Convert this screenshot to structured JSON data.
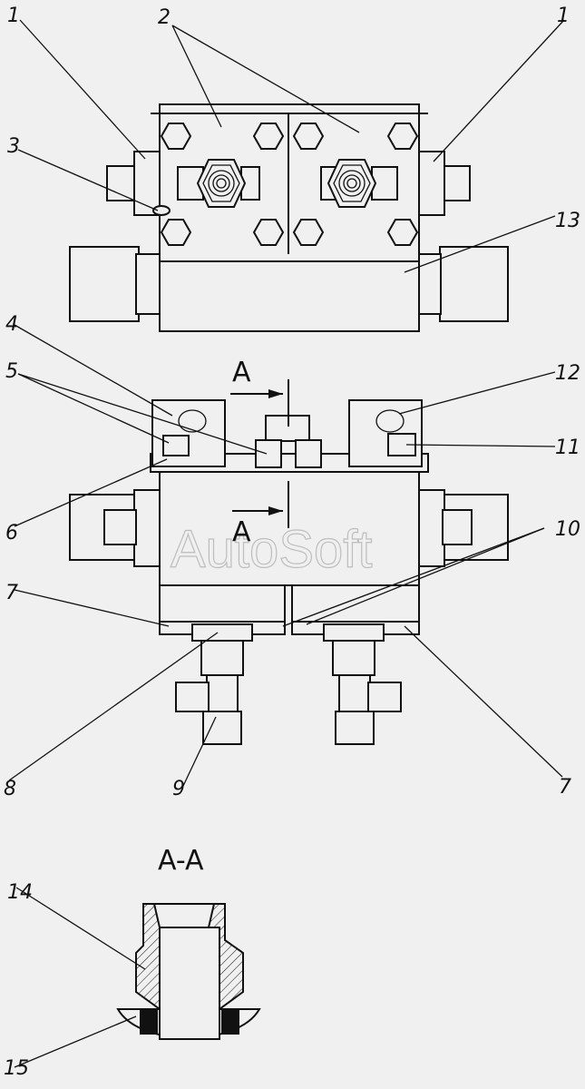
{
  "callouts": {
    "c1_left": "1",
    "c2": "2",
    "c1_right": "1",
    "c3": "3",
    "c13": "13",
    "c4": "4",
    "c5": "5",
    "c12": "12",
    "c11": "11",
    "c6": "6",
    "c10": "10",
    "c7_left": "7",
    "c8": "8",
    "c9": "9",
    "c7_right": "7",
    "c14": "14",
    "c15": "15"
  },
  "section": {
    "arrow_top": "A",
    "arrow_bottom": "A",
    "title": "A-A"
  },
  "watermark": "AutoSoft"
}
